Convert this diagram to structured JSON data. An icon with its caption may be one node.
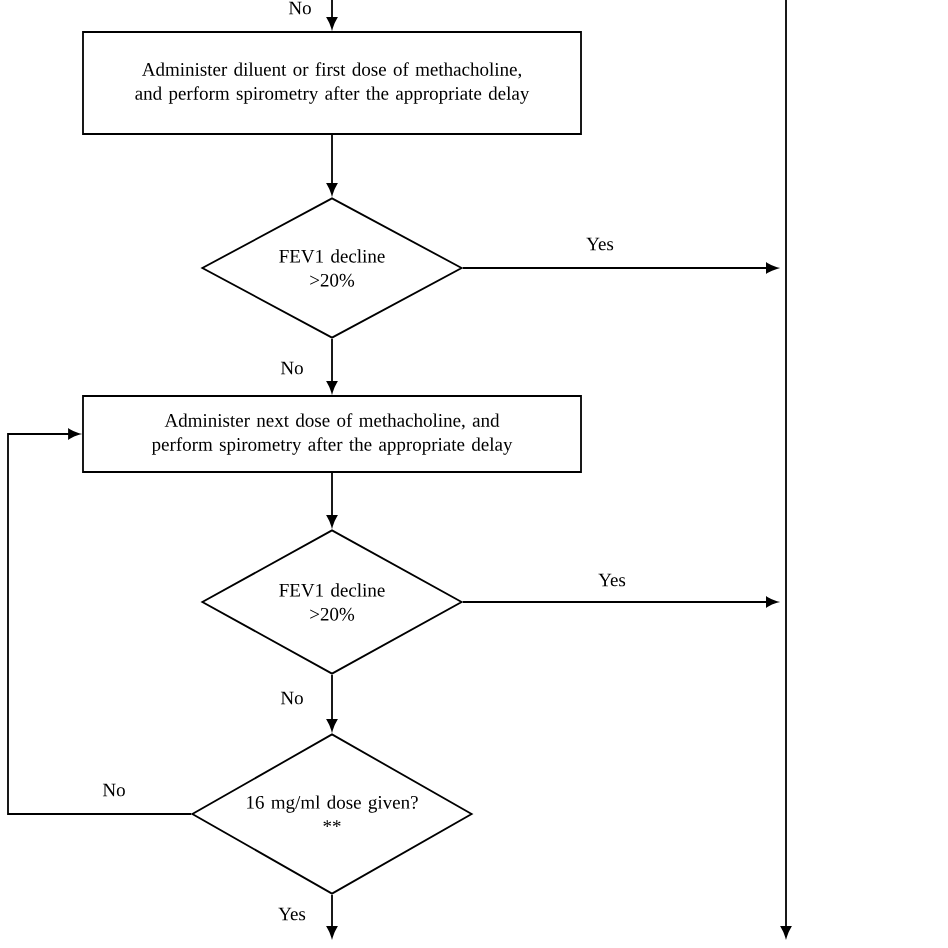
{
  "diagram": {
    "nodes": [
      {
        "text": [
          "Administer diluent or first dose of methacholine, and perform spirometry after the appropriate delay"
        ]
      },
      {
        "text": [
          "FEV1 decline >20%"
        ]
      },
      {
        "text": [
          "Administer next dose of methacholine, and perform spirometry after the appropriate delay"
        ]
      },
      {
        "text": [
          "FEV1 decline >20%"
        ]
      },
      {
        "text": [
          "16 mg/ml dose given?",
          "**"
        ]
      }
    ],
    "edges": [
      {
        "from": null,
        "to": 0,
        "arrow": "to",
        "label": "No"
      },
      {
        "from": 0,
        "to": 1,
        "arrow": "to"
      },
      {
        "from": 1,
        "to": null,
        "arrow": "to",
        "label": "Yes"
      },
      {
        "from": 1,
        "to": 2,
        "arrow": "to",
        "label": "No"
      },
      {
        "from": 2,
        "to": 3,
        "arrow": "to"
      },
      {
        "from": 3,
        "to": null,
        "arrow": "to",
        "label": "Yes"
      },
      {
        "from": 3,
        "to": 4,
        "arrow": "to",
        "label": "No"
      },
      {
        "from": 4,
        "to": 2,
        "arrow": "to",
        "label": "No"
      },
      {
        "from": 4,
        "to": null,
        "arrow": "to",
        "label": "Yes"
      }
    ]
  }
}
